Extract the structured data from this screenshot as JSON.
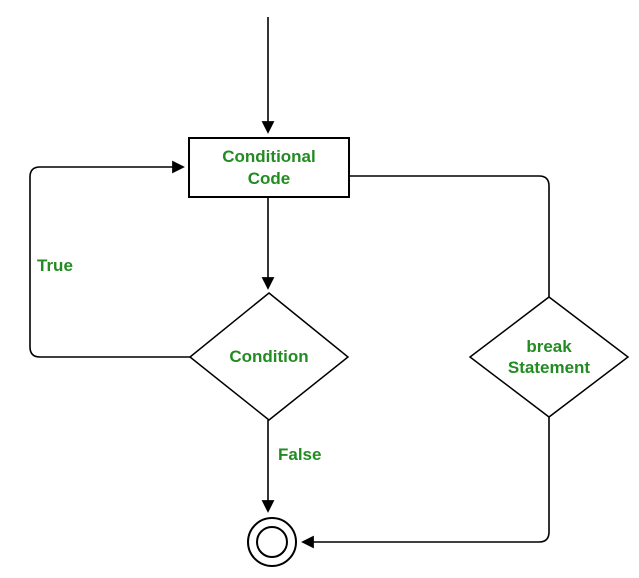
{
  "diagram": {
    "type": "flowchart",
    "colors": {
      "label_green": "#228B22",
      "line_black": "#000000",
      "background": "#ffffff"
    },
    "nodes": {
      "process": {
        "label": "Conditional\nCode",
        "shape": "rectangle"
      },
      "condition": {
        "label": "Condition",
        "shape": "diamond"
      },
      "break_statement": {
        "label": "break\nStatement",
        "shape": "diamond"
      },
      "end": {
        "shape": "double-circle-terminator"
      }
    },
    "edge_labels": {
      "true_branch": "True",
      "false_branch": "False"
    }
  }
}
